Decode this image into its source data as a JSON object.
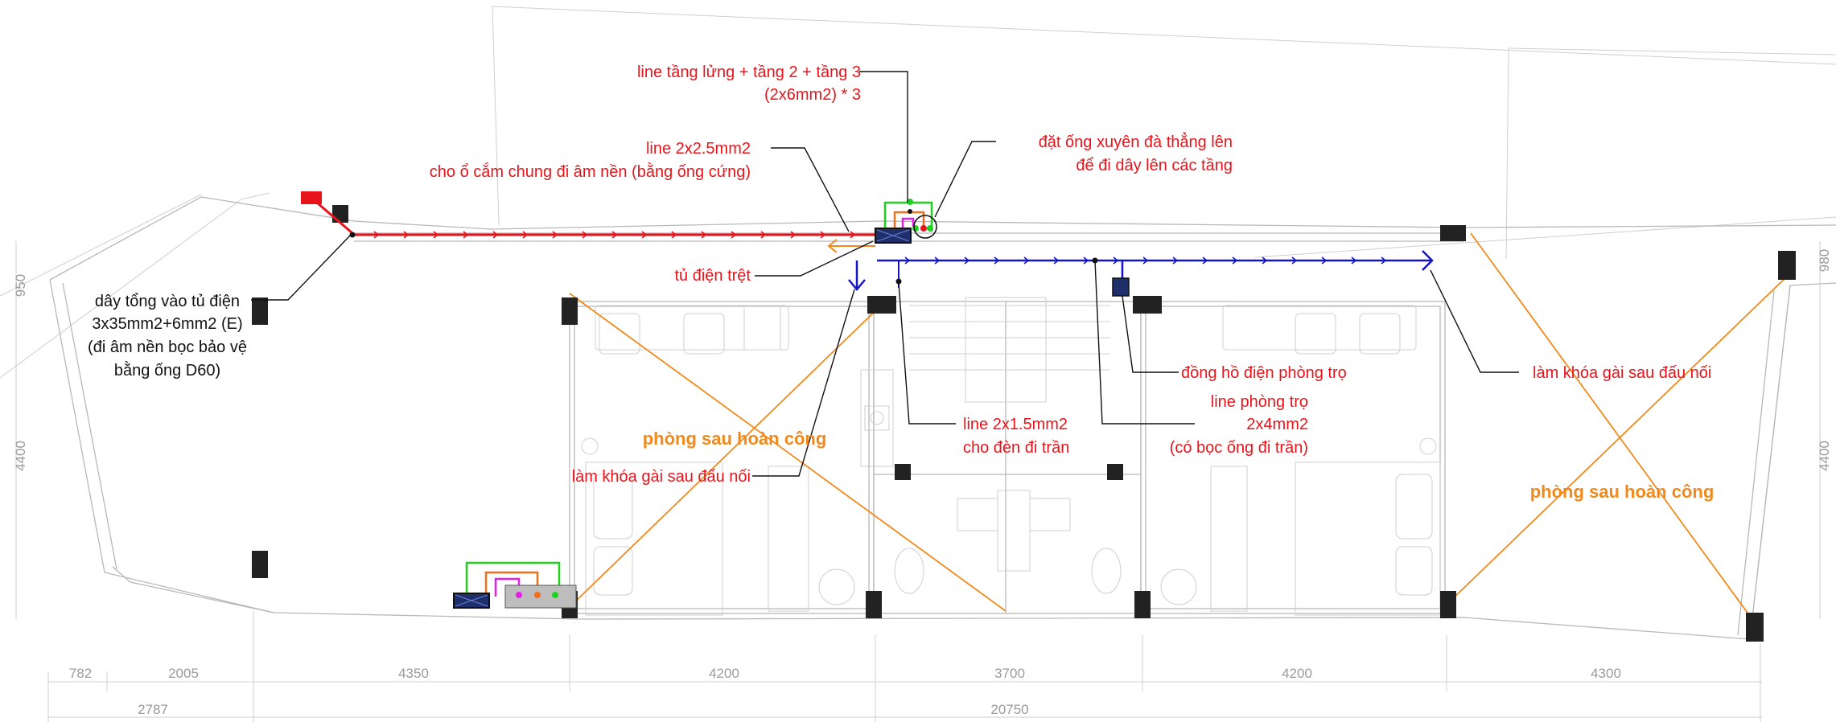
{
  "annotations": {
    "line_upper_1": "line tầng lửng + tầng 2 + tầng 3",
    "line_upper_2": "(2x6mm2) * 3",
    "line_socket_1": "line 2x2.5mm2",
    "line_socket_2": "cho ổ cắm chung đi âm nền (bằng ống cứng)",
    "pipe_1": "đặt ống xuyên đà thẳng lên",
    "pipe_2": "để đi dây lên các tầng",
    "panel": "tủ điện trệt",
    "main_1": "dây tổng vào tủ điện",
    "main_2": "3x35mm2+6mm2 (E)",
    "main_3": "(đi âm nền bọc bảo vệ",
    "main_4": "bằng ống D60)",
    "meter": "đồng hồ điện phòng trọ",
    "lock_right": "làm khóa gài sau đấu nối",
    "lock_left": "làm khóa gài sau đấu nối",
    "light_1": "line 2x1.5mm2",
    "light_2": "cho đèn đi trần",
    "room_line_1": "line phòng trọ",
    "room_line_2": "2x4mm2",
    "room_line_3": "(có bọc ống đi trần)",
    "room_left": "phòng sau hoàn công",
    "room_right": "phòng sau hoàn công"
  },
  "dimensions": {
    "row1": [
      "782",
      "2005",
      "4350",
      "4200",
      "3700",
      "4200",
      "4300"
    ],
    "row2": [
      "2787",
      "20750"
    ],
    "side_left_top": "950",
    "side_left": "4400",
    "side_right_top": "980",
    "side_right": "4400"
  },
  "colors": {
    "annotation": "#e8141b",
    "socket_line": "#e8141b",
    "room_line": "#1414c8",
    "room_mark": "#f08a1c",
    "wire_green": "#1ed21e",
    "wire_magenta": "#e61ee6",
    "wire_orange": "#f06e1e",
    "wire_red": "#e8141b"
  }
}
